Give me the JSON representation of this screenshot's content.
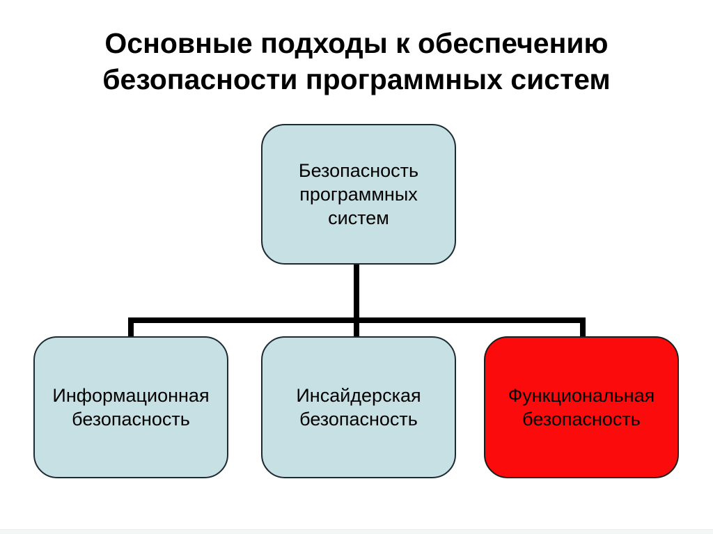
{
  "title": {
    "full": "Основные подходы к обеспечению безопасности программных систем",
    "lines": [
      "Основные подходы к обеспечению",
      "безопасности программных систем"
    ]
  },
  "tree": {
    "root": {
      "label": "Безопасность программных систем",
      "fill": "#c6e0e4"
    },
    "children": [
      {
        "label": "Информационная безопасность",
        "fill": "#c6e0e4"
      },
      {
        "label": "Инсайдерская безопасность",
        "fill": "#c6e0e4"
      },
      {
        "label": "Функциональная безопасность",
        "fill": "#fb0b0b"
      }
    ]
  },
  "colors": {
    "background": "#ffffff",
    "box_fill_blue": "#c6e0e4",
    "box_fill_red": "#fb0b0b",
    "box_border": "#1c2b33",
    "connector": "#000000",
    "title_text": "#000000",
    "box_text": "#000000"
  }
}
